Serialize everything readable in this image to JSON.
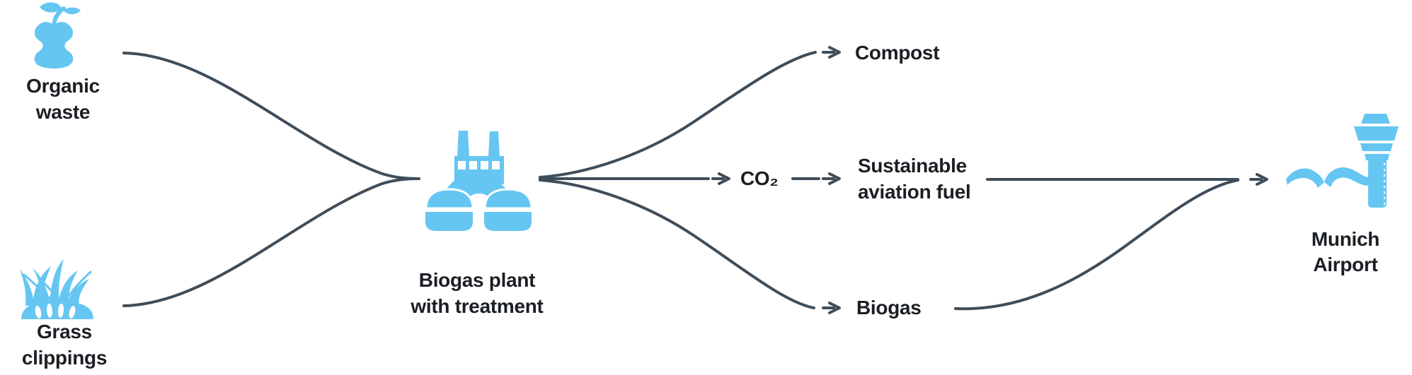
{
  "diagram": {
    "background": "#ffffff",
    "colors": {
      "icon_blue": "#66C6F2",
      "connector": "#3F4D5A",
      "label_text": "#1B1F24"
    },
    "nodes": {
      "organic_waste": {
        "label": "Organic\nwaste",
        "icon": "apple-core-icon"
      },
      "grass_clippings": {
        "label": "Grass\nclippings",
        "icon": "grass-icon"
      },
      "biogas_plant": {
        "label": "Biogas plant\nwith treatment",
        "icon": "biogas-plant-icon"
      },
      "munich_airport": {
        "label": "Munich\nAirport",
        "icon": "airport-tower-icon"
      }
    },
    "outputs": {
      "compost": {
        "label": "Compost"
      },
      "co2": {
        "label": "CO₂"
      },
      "saf": {
        "label": "Sustainable\naviation fuel"
      },
      "biogas": {
        "label": "Biogas"
      }
    }
  }
}
